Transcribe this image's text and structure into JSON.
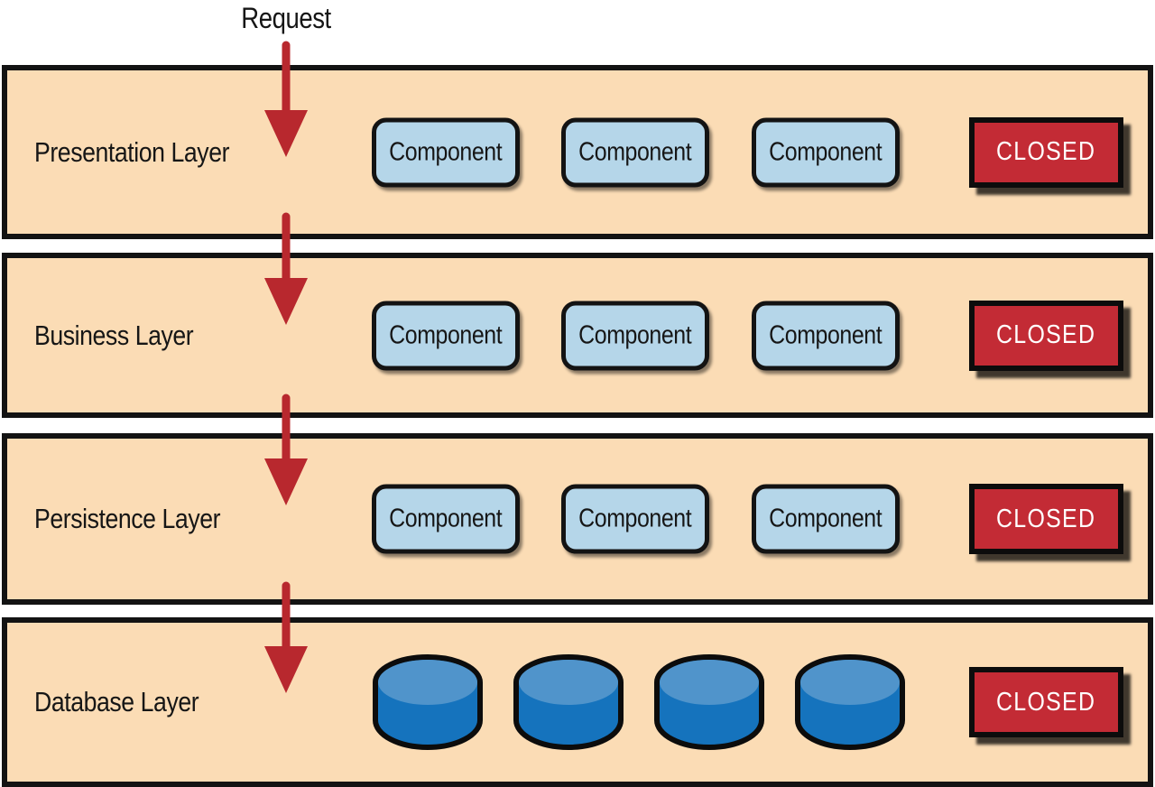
{
  "request_label": "Request",
  "layers": [
    {
      "name": "Presentation Layer",
      "components": [
        "Component",
        "Component",
        "Component"
      ],
      "status": "CLOSED"
    },
    {
      "name": "Business Layer",
      "components": [
        "Component",
        "Component",
        "Component"
      ],
      "status": "CLOSED"
    },
    {
      "name": "Persistence Layer",
      "components": [
        "Component",
        "Component",
        "Component"
      ],
      "status": "CLOSED"
    },
    {
      "name": "Database Layer",
      "databases": [
        "database",
        "database",
        "database",
        "database"
      ],
      "status": "CLOSED"
    }
  ],
  "colors": {
    "layer_fill": "#fbdcb5",
    "layer_border": "#131313",
    "component_fill": "#b5d6e9",
    "closed_fill": "#c32b35",
    "closed_text": "#ffffff",
    "arrow_red": "#b8282e",
    "cylinder_top": "#5094cb",
    "cylinder_body": "#1573bd"
  }
}
